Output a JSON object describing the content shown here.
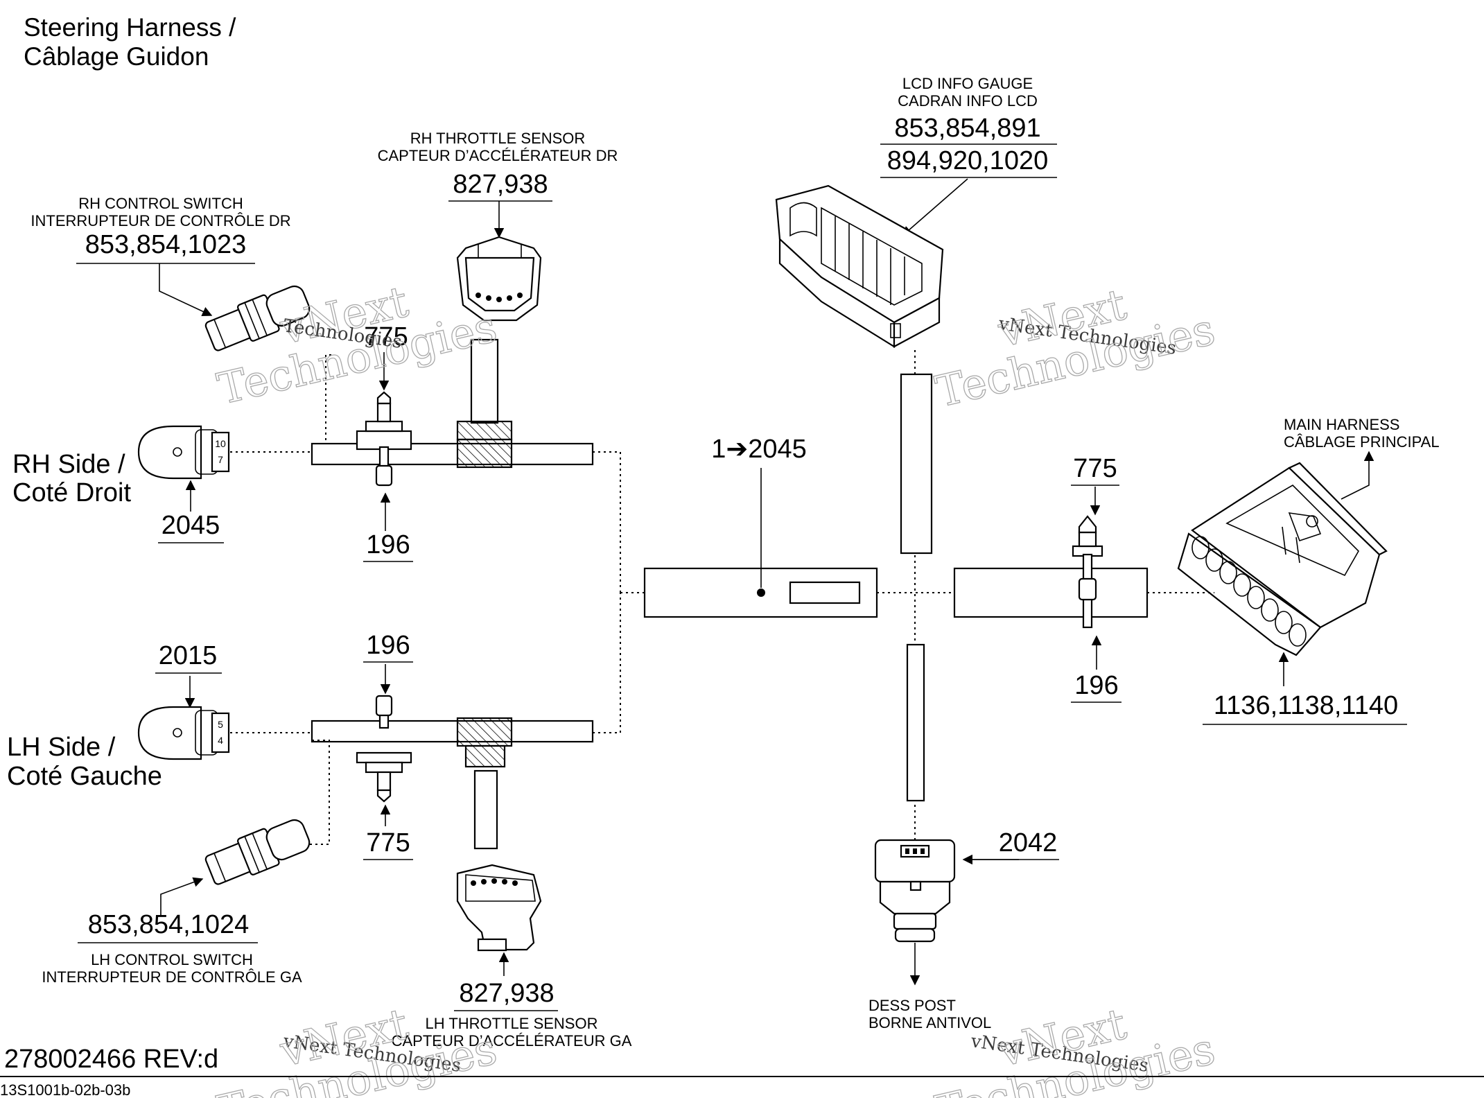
{
  "title": {
    "line1": "Steering Harness /",
    "line2": "Câblage Guidon"
  },
  "sides": {
    "rh": {
      "line1": "RH Side /",
      "line2": "Coté Droit",
      "plug_ref": "2045",
      "pins": [
        "10",
        "7"
      ]
    },
    "lh": {
      "line1": "LH Side /",
      "line2": "Coté Gauche",
      "plug_ref": "2015",
      "pins": [
        "5",
        "4"
      ]
    }
  },
  "components": {
    "rh_control_switch": {
      "line1": "RH CONTROL SWITCH",
      "line2": "INTERRUPTEUR DE CONTRÔLE DR",
      "refs": "853,854,1023"
    },
    "rh_throttle_sensor": {
      "line1": "RH THROTTLE SENSOR",
      "line2": "CAPTEUR D’ACCÉLÉRATEUR DR",
      "refs": "827,938"
    },
    "lcd_info_gauge": {
      "line1": "LCD INFO GAUGE",
      "line2": "CADRAN INFO LCD",
      "refs1": "853,854,891",
      "refs2": "894,920,1020"
    },
    "main_harness": {
      "line1": "MAIN HARNESS",
      "line2": "CÂBLAGE PRINCIPAL",
      "refs": "1136,1138,1140"
    },
    "lh_control_switch": {
      "line1": "LH CONTROL SWITCH",
      "line2": "INTERRUPTEUR DE CONTRÔLE GA",
      "refs": "853,854,1024"
    },
    "lh_throttle_sensor": {
      "line1": "LH THROTTLE SENSOR",
      "line2": "CAPTEUR D’ACCÉLÉRATEUR GA",
      "refs": "827,938"
    },
    "dess_post": {
      "line1": "DESS POST",
      "line2": "BORNE ANTIVOL",
      "refs": "2042"
    }
  },
  "fasteners": {
    "rh_clip": "775",
    "rh_tie": "196",
    "lh_tie": "196",
    "lh_clip": "775",
    "main_clip": "775",
    "main_tie": "196"
  },
  "harness_label": "1➔2045",
  "footer": {
    "rev": "278002466 REV:d",
    "figure_id": "13S1001b-02b-03b"
  },
  "watermark": {
    "line1": "vNext",
    "line2": "Technologies"
  },
  "colors": {
    "ink": "#000000",
    "watermark": "#a9a9a9",
    "background": "#ffffff"
  }
}
